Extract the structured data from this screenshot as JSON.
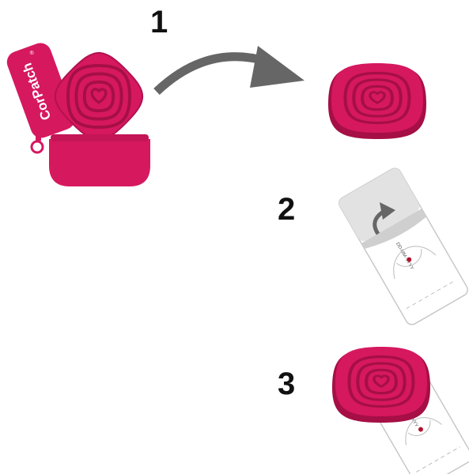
{
  "steps": [
    {
      "number": "1"
    },
    {
      "number": "2"
    },
    {
      "number": "3"
    }
  ],
  "brand": {
    "name": "CorPatch",
    "mark": "®"
  },
  "strip": {
    "date_format": "DD-MM-YYYY"
  },
  "colors": {
    "primary": "#d6185f",
    "primary_dark": "#a50f45",
    "arrow": "#666666",
    "strip_border": "#c8c8c8"
  },
  "icons": {
    "case": "opened-carrying-case-icon",
    "device": "heart-patch-device-icon",
    "arrow": "curved-arrow-icon",
    "strip": "adhesive-strip-icon"
  }
}
